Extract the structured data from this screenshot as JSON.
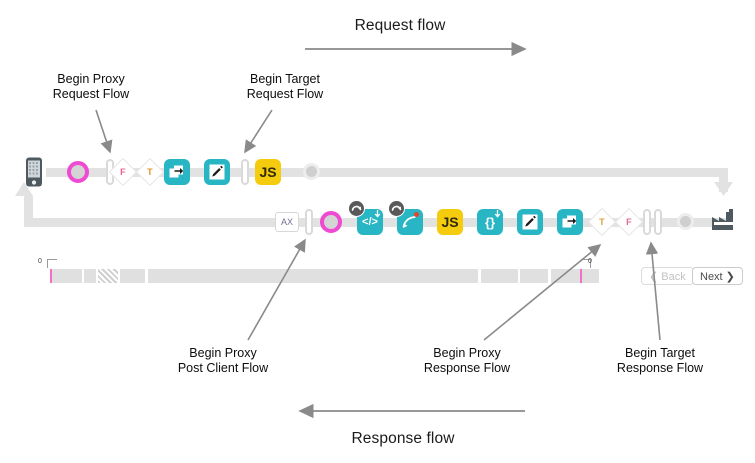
{
  "diagram": {
    "title_request": "Request flow",
    "title_response": "Response flow",
    "callouts": [
      {
        "id": "begin-proxy-request",
        "line1": "Begin Proxy",
        "line2": "Request Flow"
      },
      {
        "id": "begin-target-request",
        "line1": "Begin Target",
        "line2": "Request Flow"
      },
      {
        "id": "begin-proxy-post-client",
        "line1": "Begin Proxy",
        "line2": "Post Client Flow"
      },
      {
        "id": "begin-proxy-response",
        "line1": "Begin Proxy",
        "line2": "Response Flow"
      },
      {
        "id": "begin-target-response",
        "line1": "Begin Target",
        "line2": "Response Flow"
      }
    ]
  },
  "request_row": {
    "nodes": [
      {
        "icon": "mobile-device-icon",
        "label": ""
      },
      {
        "icon": "pink-circle-marker",
        "label": ""
      },
      {
        "icon": "flow-pill",
        "label": ""
      },
      {
        "icon": "condition-diamond",
        "label": "F"
      },
      {
        "icon": "condition-diamond",
        "label": "T"
      },
      {
        "icon": "share-policy-icon",
        "label": ""
      },
      {
        "icon": "edit-policy-icon",
        "label": ""
      },
      {
        "icon": "flow-pill",
        "label": ""
      },
      {
        "icon": "javascript-policy-icon",
        "label": "JS"
      },
      {
        "icon": "grey-circle-marker",
        "label": ""
      }
    ]
  },
  "response_row": {
    "nodes": [
      {
        "icon": "ax-policy-icon",
        "label": "AX"
      },
      {
        "icon": "flow-pill",
        "label": ""
      },
      {
        "icon": "pink-circle-marker",
        "label": ""
      },
      {
        "icon": "xml-policy-icon",
        "label": "</>"
      },
      {
        "icon": "route-policy-icon",
        "label": ""
      },
      {
        "icon": "javascript-policy-icon",
        "label": "JS"
      },
      {
        "icon": "json-policy-icon",
        "label": "{}"
      },
      {
        "icon": "edit-policy-icon",
        "label": ""
      },
      {
        "icon": "share-policy-icon",
        "label": ""
      },
      {
        "icon": "condition-diamond",
        "label": "T"
      },
      {
        "icon": "condition-diamond",
        "label": "F"
      },
      {
        "icon": "flow-pill",
        "label": ""
      },
      {
        "icon": "flow-pill",
        "label": ""
      },
      {
        "icon": "grey-circle-marker",
        "label": ""
      },
      {
        "icon": "backend-target-icon",
        "label": ""
      }
    ]
  },
  "timeline": {
    "start_label": "0",
    "end_label": "0",
    "back_button": "❮ Back",
    "next_button": "Next ❯"
  },
  "colors": {
    "teal": "#29b6c4",
    "yellow": "#f5cb0d",
    "pink": "#ef4ad2",
    "track": "#e2e2e2",
    "arrow": "#8a8a8a",
    "dark": "#4e5a60"
  }
}
